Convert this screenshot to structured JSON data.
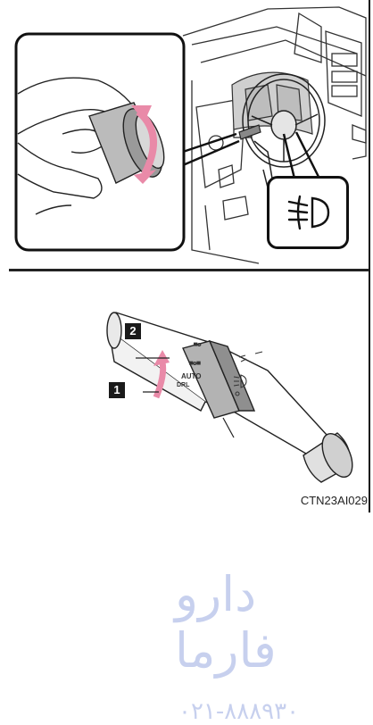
{
  "figure_code": "CTN23AI029",
  "callouts": {
    "one": "1",
    "two": "2"
  },
  "lever_labels": {
    "auto": "AUTO",
    "drl": "DRL"
  },
  "icons": {
    "fog_light": "fog-light-icon",
    "dashboard": "dashboard-illustration",
    "hand": "hand-turning-knob-illustration",
    "lever": "headlight-switch-lever-illustration"
  },
  "watermark": {
    "line1": "دارو فارما",
    "line2": "۰۲۱-۸۸۸۹۳۰"
  }
}
